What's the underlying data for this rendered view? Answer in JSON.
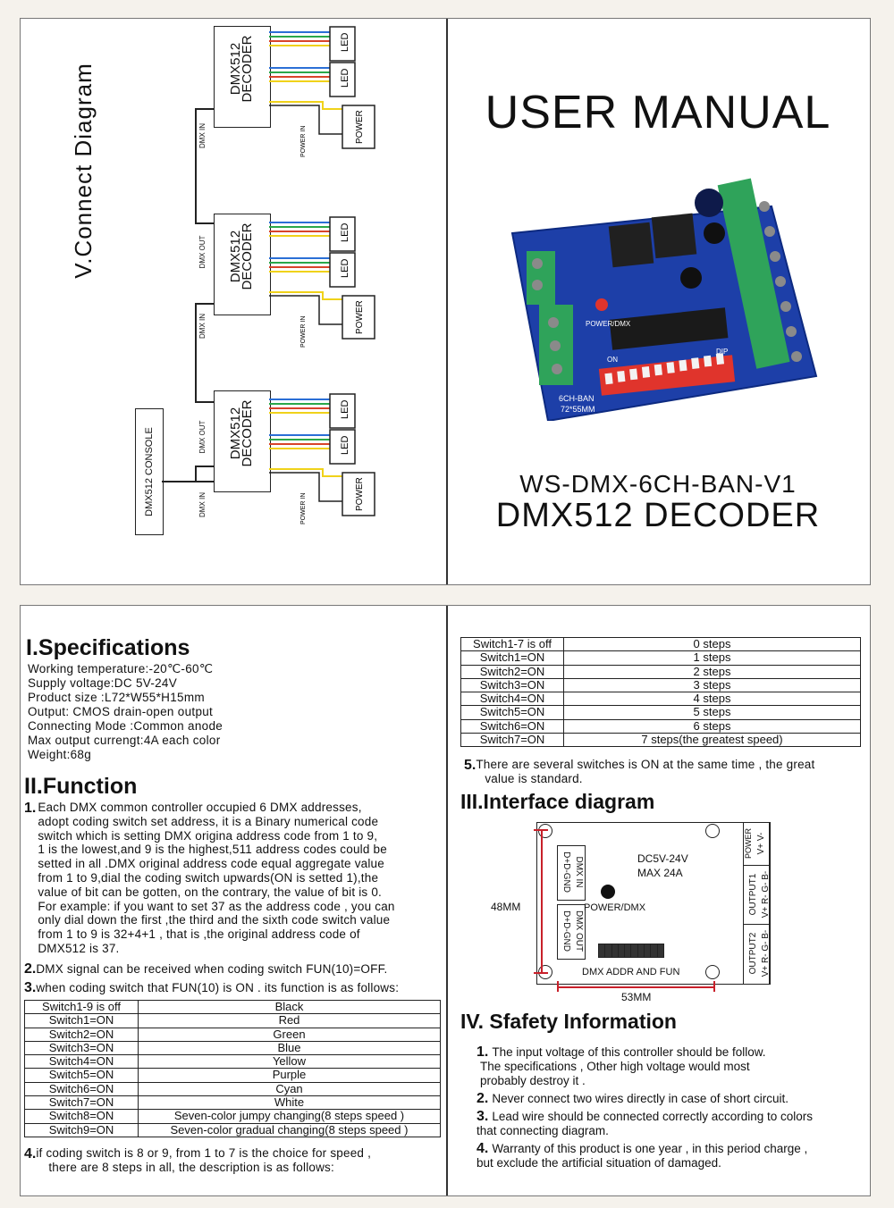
{
  "cover": {
    "title": "USER MANUAL",
    "model": "WS-DMX-6CH-BAN-V1",
    "product": "DMX512 DECODER",
    "diagram_title": "V.Connect Diagram",
    "console_label": "DMX512 CONSOLE",
    "decoder_label_1": "DMX512",
    "decoder_label_2": "DECODER",
    "led_label": "LED",
    "power_label": "POWER",
    "dmx_in": "DMX IN",
    "dmx_out": "DMX OUT",
    "power_in": "POWER IN",
    "board": {
      "power_dmx": "POWER/DMX",
      "dip": "DIP",
      "on": "ON",
      "model_text": "6CH-BAN",
      "size_text": "72*55MM"
    }
  },
  "specifications": {
    "heading": "I.Specifications",
    "lines": [
      "Working temperature:-20℃-60℃",
      "Supply voltage:DC 5V-24V",
      "Product size :L72*W55*H15mm",
      "Output: CMOS drain-open output",
      "Connecting Mode :Common anode",
      "Max output currengt:4A  each color",
      "Weight:68g"
    ]
  },
  "function": {
    "heading": "II.Function",
    "item1_num": "1.",
    "item1_lines": [
      "Each DMX common controller occupied 6 DMX addresses,",
      "adopt coding switch set address, it is a Binary numerical code",
      "switch which is setting DMX origina  address code from 1 to 9,",
      "1 is the lowest,and 9 is the highest,511 address codes  could be",
      "setted  in all .DMX original address code equal aggregate value",
      "from 1 to 9,dial the coding switch upwards(ON is setted 1),the",
      "value of bit can be  gotten, on the contrary, the value of bit is 0.",
      "For example: if you want to set 37 as the address code , you can",
      "only dial down the first ,the third and the  sixth code switch value",
      "from 1 to 9 is 32+4+1 , that is ,the original address  code of",
      "DMX512 is 37."
    ],
    "item2_num": "2.",
    "item2": "DMX signal can be received when coding switch FUN(10)=OFF.",
    "item3_num": "3.",
    "item3": "when coding switch that FUN(10) is ON . its function is as follows:",
    "item4_num": "4.",
    "item4_lines": [
      "if coding switch is 8 or 9,  from 1 to 7 is the choice for speed ,",
      "there are 8 steps in all, the description is as follows:"
    ],
    "table1": [
      [
        "Switch1-9 is off",
        "Black"
      ],
      [
        "Switch1=ON",
        "Red"
      ],
      [
        "Switch2=ON",
        "Green"
      ],
      [
        "Switch3=ON",
        "Blue"
      ],
      [
        "Switch4=ON",
        "Yellow"
      ],
      [
        "Switch5=ON",
        "Purple"
      ],
      [
        "Switch6=ON",
        "Cyan"
      ],
      [
        "Switch7=ON",
        "White"
      ],
      [
        "Switch8=ON",
        "Seven-color jumpy changing(8 steps speed )"
      ],
      [
        "Switch9=ON",
        "Seven-color gradual changing(8 steps speed )"
      ]
    ],
    "table2": [
      [
        "Switch1-7 is off",
        "0 steps"
      ],
      [
        "Switch1=ON",
        "1 steps"
      ],
      [
        "Switch2=ON",
        "2 steps"
      ],
      [
        "Switch3=ON",
        "3 steps"
      ],
      [
        "Switch4=ON",
        "4 steps"
      ],
      [
        "Switch5=ON",
        "5 steps"
      ],
      [
        "Switch6=ON",
        "6 steps"
      ],
      [
        "Switch7=ON",
        "7 steps(the greatest speed)"
      ]
    ],
    "item5_num": "5.",
    "item5_lines": [
      "There are several switches is ON at the same time , the great",
      "value is standard."
    ]
  },
  "interface": {
    "heading": "III.Interface diagram",
    "dc": "DC5V-24V",
    "max": "MAX 24A",
    "power_dmx": "POWER/DMX",
    "dmx_addr": "DMX ADDR AND FUN",
    "width": "53MM",
    "height": "48MM",
    "dmx_in": "DMX IN",
    "dmx_in_pins": "D+D-GND",
    "dmx_out": "DMX OUT",
    "dmx_out_pins": "D+D-GND",
    "power": "POWER",
    "power_pins": "V+ V-",
    "output1": "OUTPUT1",
    "output1_pins": "V+ R- G- B-",
    "output2": "OUTPUT2",
    "output2_pins": "V+ R- G- B-"
  },
  "safety": {
    "heading": "IV. Sfafety Information",
    "items": [
      {
        "num": "1.",
        "text": "The input voltage of this controller should be follow.",
        "more": [
          "The specifications , Other high voltage would most",
          "probably destroy it ."
        ]
      },
      {
        "num": "2.",
        "text": "Never connect two wires directly in case of short circuit.",
        "more": []
      },
      {
        "num": "3.",
        "text": "Lead wire should be connected correctly according to colors",
        "more": [
          "that connecting diagram."
        ]
      },
      {
        "num": "4.",
        "text": "Warranty of this product is one year , in this period charge ,",
        "more": [
          "but exclude the artificial situation of damaged."
        ]
      }
    ]
  },
  "colors": {
    "pcb": "#1d3fa8",
    "terminal": "#2fa35a",
    "dip": "#e0342c",
    "wire_green": "#2aa84a",
    "wire_blue": "#2b6fd6",
    "wire_red": "#d8442a",
    "wire_yellow": "#f0d21a"
  }
}
